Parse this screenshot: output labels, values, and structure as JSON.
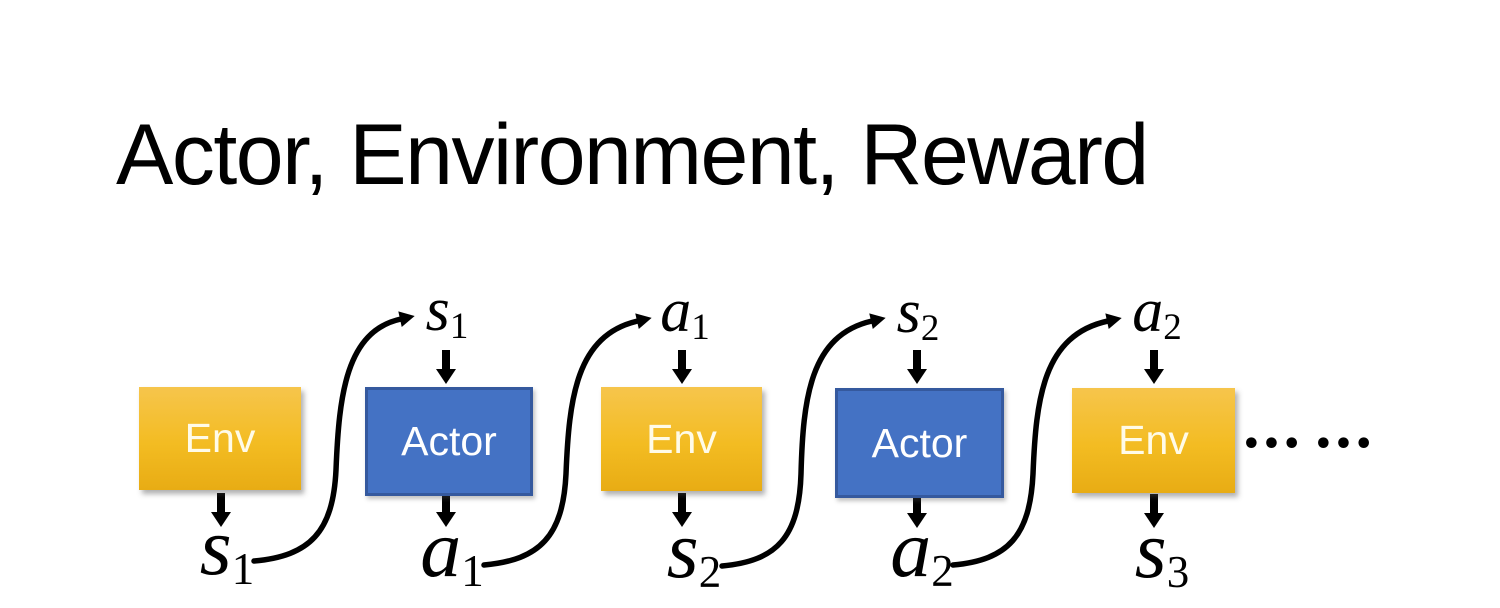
{
  "slide": {
    "title": "Actor, Environment, Reward"
  },
  "diagram": {
    "boxes": [
      {
        "label": "Env",
        "type": "env"
      },
      {
        "label": "Actor",
        "type": "actor"
      },
      {
        "label": "Env",
        "type": "env"
      },
      {
        "label": "Actor",
        "type": "actor"
      },
      {
        "label": "Env",
        "type": "env"
      }
    ],
    "top_labels": [
      {
        "base": "s",
        "sub": "1"
      },
      {
        "base": "a",
        "sub": "1"
      },
      {
        "base": "s",
        "sub": "2"
      },
      {
        "base": "a",
        "sub": "2"
      }
    ],
    "bottom_labels": [
      {
        "base": "s",
        "sub": "1"
      },
      {
        "base": "a",
        "sub": "1"
      },
      {
        "base": "s",
        "sub": "2"
      },
      {
        "base": "a",
        "sub": "2"
      },
      {
        "base": "s",
        "sub": "3"
      }
    ],
    "ellipsis": "••• •••",
    "colors": {
      "ink": "#000000",
      "arrow": "#000000",
      "env_top": "#F6C54C",
      "env_mid": "#F3BC22",
      "env_bot": "#E8AC14",
      "env_text": "#FFFBE8",
      "actor_fill": "#4472C4",
      "actor_border": "#35599E",
      "actor_text": "#FFFFFF"
    }
  }
}
